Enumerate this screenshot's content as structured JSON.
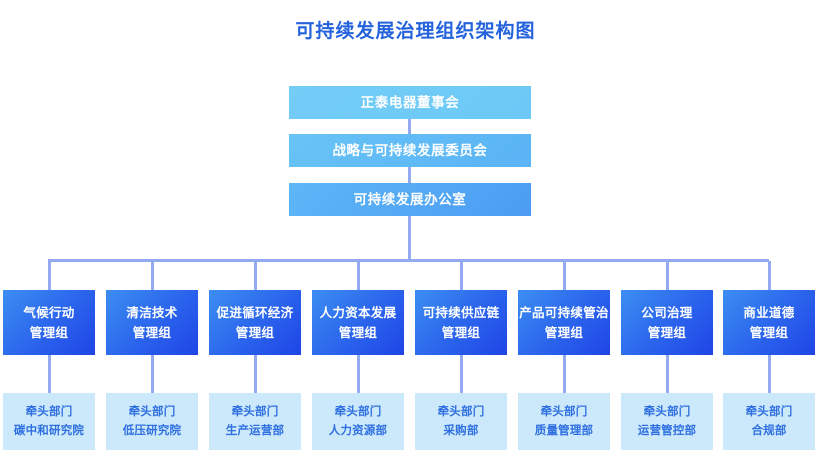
{
  "title": "可持续发展治理组织架构图",
  "colors": {
    "title": "#2563dd",
    "tier_light": "#73cdf7",
    "tier_mid": "#68c3f6",
    "tier_deep": "#5eb6f6",
    "group_gradient_start": "#3c8ef2",
    "group_gradient_end": "#1f45e6",
    "lead_background": "#cbe9fb",
    "lead_text": "#2f6fe0",
    "connector": "#93a9f0"
  },
  "tiers": [
    {
      "label": "正泰电器董事会"
    },
    {
      "label": "战略与可持续发展委员会"
    },
    {
      "label": "可持续发展办公室"
    }
  ],
  "groups": [
    {
      "line1": "气候行动",
      "line2": "管理组",
      "lead_line1": "牵头部门",
      "lead_line2": "碳中和研究院"
    },
    {
      "line1": "清洁技术",
      "line2": "管理组",
      "lead_line1": "牵头部门",
      "lead_line2": "低压研究院"
    },
    {
      "line1": "促进循环经济",
      "line2": "管理组",
      "lead_line1": "牵头部门",
      "lead_line2": "生产运营部"
    },
    {
      "line1": "人力资本发展",
      "line2": "管理组",
      "lead_line1": "牵头部门",
      "lead_line2": "人力资源部"
    },
    {
      "line1": "可持续供应链",
      "line2": "管理组",
      "lead_line1": "牵头部门",
      "lead_line2": "采购部"
    },
    {
      "line1": "产品可持续管治",
      "line2": "管理组",
      "lead_line1": "牵头部门",
      "lead_line2": "质量管理部"
    },
    {
      "line1": "公司治理",
      "line2": "管理组",
      "lead_line1": "牵头部门",
      "lead_line2": "运营管控部"
    },
    {
      "line1": "商业道德",
      "line2": "管理组",
      "lead_line1": "牵头部门",
      "lead_line2": "合规部"
    }
  ]
}
